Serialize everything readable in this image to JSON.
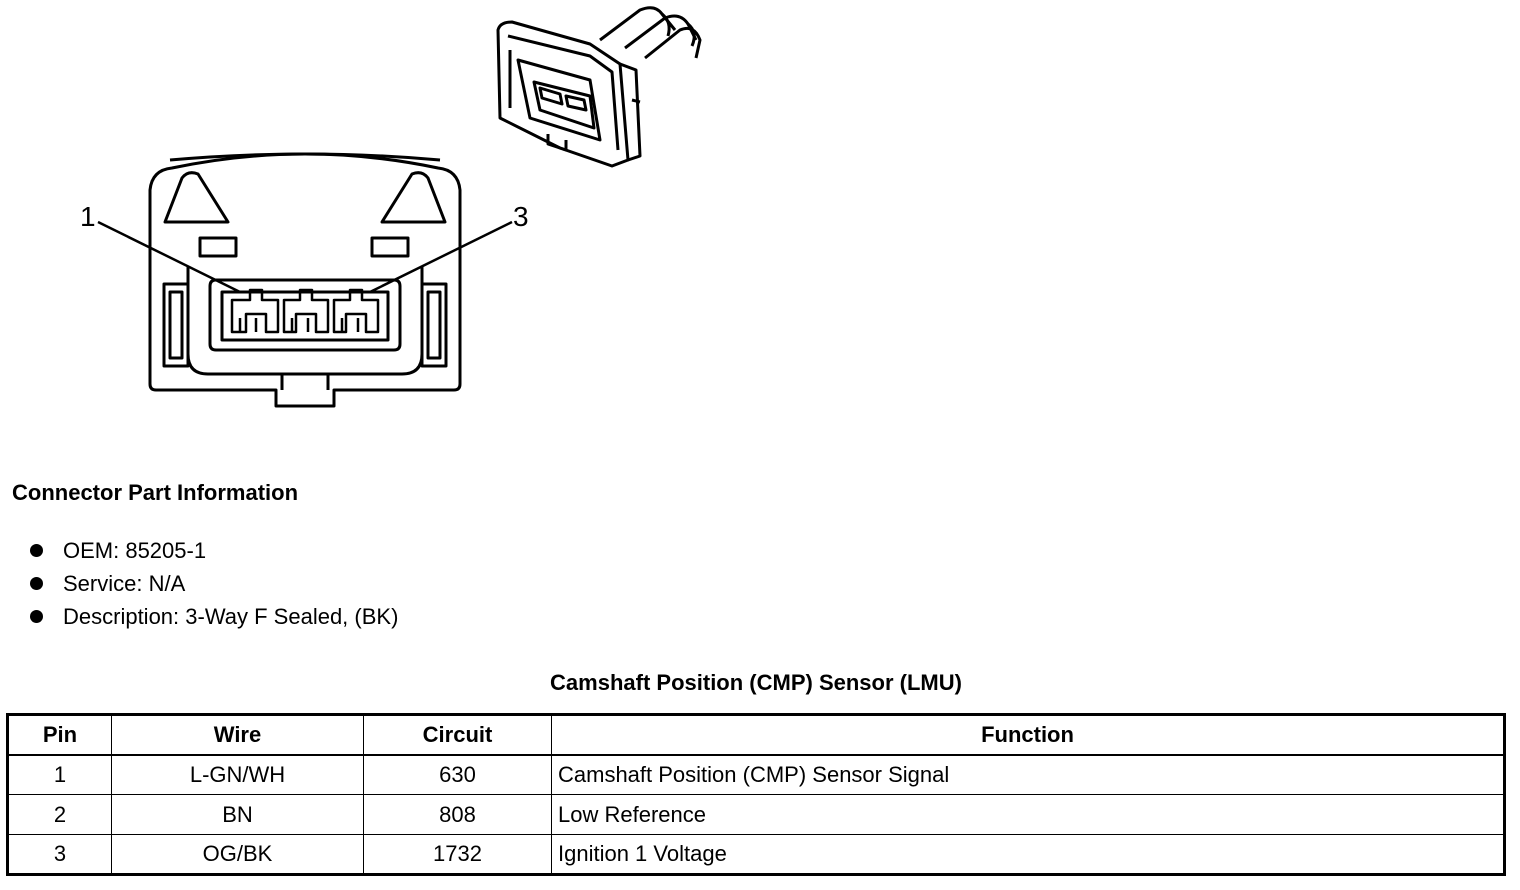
{
  "diagram": {
    "pin_labels": [
      "1",
      "3"
    ]
  },
  "connector_info": {
    "heading": "Connector Part Information",
    "items": [
      "OEM: 85205-1",
      "Service: N/A",
      "Description: 3-Way F Sealed, (BK)"
    ]
  },
  "table": {
    "title": "Camshaft Position (CMP) Sensor (LMU)",
    "headers": {
      "pin": "Pin",
      "wire": "Wire",
      "circuit": "Circuit",
      "function": "Function"
    },
    "rows": [
      {
        "pin": "1",
        "wire": "L-GN/WH",
        "circuit": "630",
        "function": "Camshaft Position (CMP) Sensor Signal"
      },
      {
        "pin": "2",
        "wire": "BN",
        "circuit": "808",
        "function": "Low Reference"
      },
      {
        "pin": "3",
        "wire": "OG/BK",
        "circuit": "1732",
        "function": "Ignition 1 Voltage"
      }
    ]
  }
}
